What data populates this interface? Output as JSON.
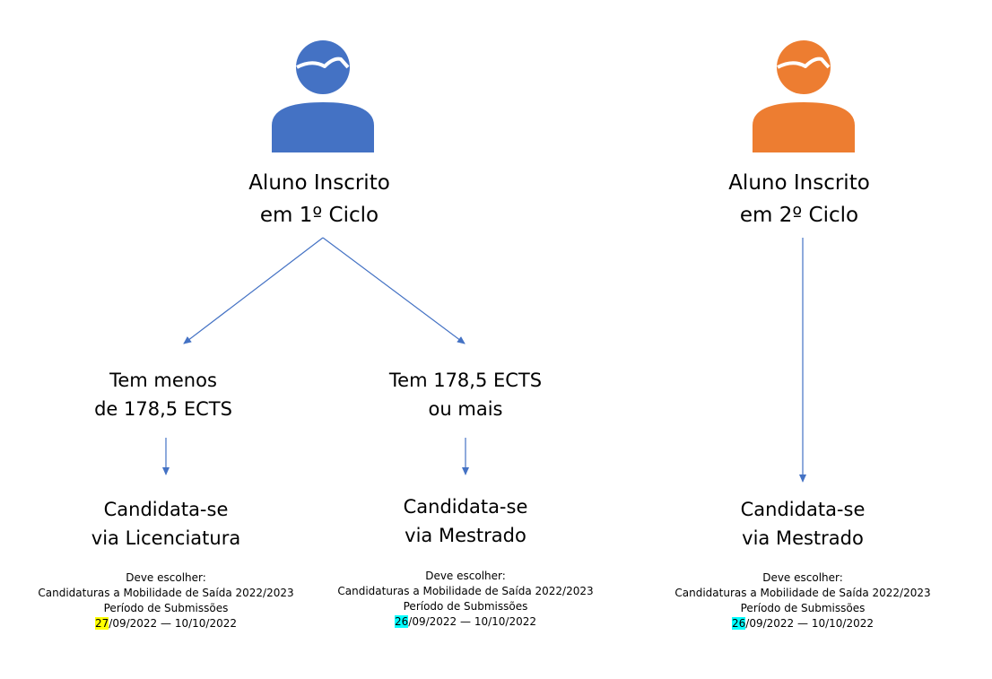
{
  "colors": {
    "person_blue": "#4472c4",
    "person_orange": "#ed7d31",
    "arrow": "#4472c4"
  },
  "left_person": {
    "icon": "person-icon",
    "label_line1": "Aluno Inscrito",
    "label_line2": "em 1º Ciclo",
    "branches": [
      {
        "condition_line1": "Tem menos",
        "condition_line2": "de 178,5 ECTS",
        "result_line1": "Candidata-se",
        "result_line2": "via Licenciatura",
        "note_line1": "Deve escolher:",
        "note_line2": "Candidaturas a Mobilidade de Saída 2022/2023",
        "note_line3": "Período de Submissões",
        "date_day": "27",
        "date_rest": "/09/2022 — 10/10/2022"
      },
      {
        "condition_line1": "Tem 178,5 ECTS",
        "condition_line2": "ou mais",
        "result_line1": "Candidata-se",
        "result_line2": "via Mestrado",
        "note_line1": "Deve escolher:",
        "note_line2": "Candidaturas a Mobilidade de Saída 2022/2023",
        "note_line3": "Período de Submissões",
        "date_day": "26",
        "date_rest": "/09/2022 — 10/10/2022"
      }
    ]
  },
  "right_person": {
    "icon": "person-icon",
    "label_line1": "Aluno Inscrito",
    "label_line2": "em 2º Ciclo",
    "result_line1": "Candidata-se",
    "result_line2": "via Mestrado",
    "note_line1": "Deve escolher:",
    "note_line2": "Candidaturas a Mobilidade de Saída 2022/2023",
    "note_line3": "Período de Submissões",
    "date_day": "26",
    "date_rest": "/09/2022 — 10/10/2022"
  }
}
